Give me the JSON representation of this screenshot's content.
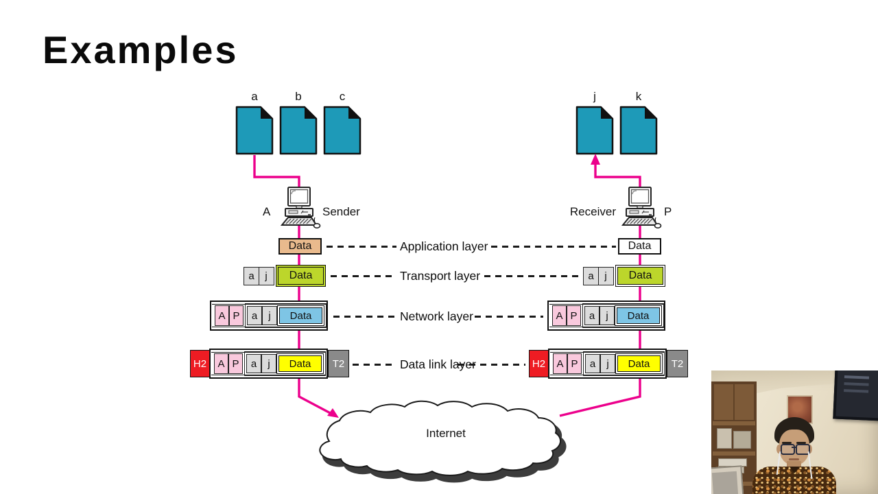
{
  "slide": {
    "title": "Examples"
  },
  "sender": {
    "role": "Sender",
    "node": "A",
    "documents": [
      "a",
      "b",
      "c"
    ]
  },
  "receiver": {
    "role": "Receiver",
    "node": "P",
    "documents": [
      "j",
      "k"
    ]
  },
  "layers": {
    "application": "Application layer",
    "transport": "Transport layer",
    "network": "Network layer",
    "datalink": "Data link layer"
  },
  "packet": {
    "data": "Data",
    "transport_cells": [
      "a",
      "j"
    ],
    "network_headers": [
      "A",
      "P"
    ],
    "datalink_header": "H2",
    "datalink_trailer": "T2"
  },
  "internet": {
    "label": "Internet"
  },
  "colors": {
    "flow_magenta": "#EC008C",
    "document_teal": "#1E9AB8",
    "application_tan": "#E9BA8D",
    "transport_green": "#BCD62B",
    "network_blue": "#7EC5E5",
    "datalink_yellow": "#FFFF00",
    "header_red": "#EE1C23",
    "trailer_gray": "#8A8A8A",
    "address_pink": "#F9C9DD",
    "cell_gray": "#DCDCDC"
  }
}
